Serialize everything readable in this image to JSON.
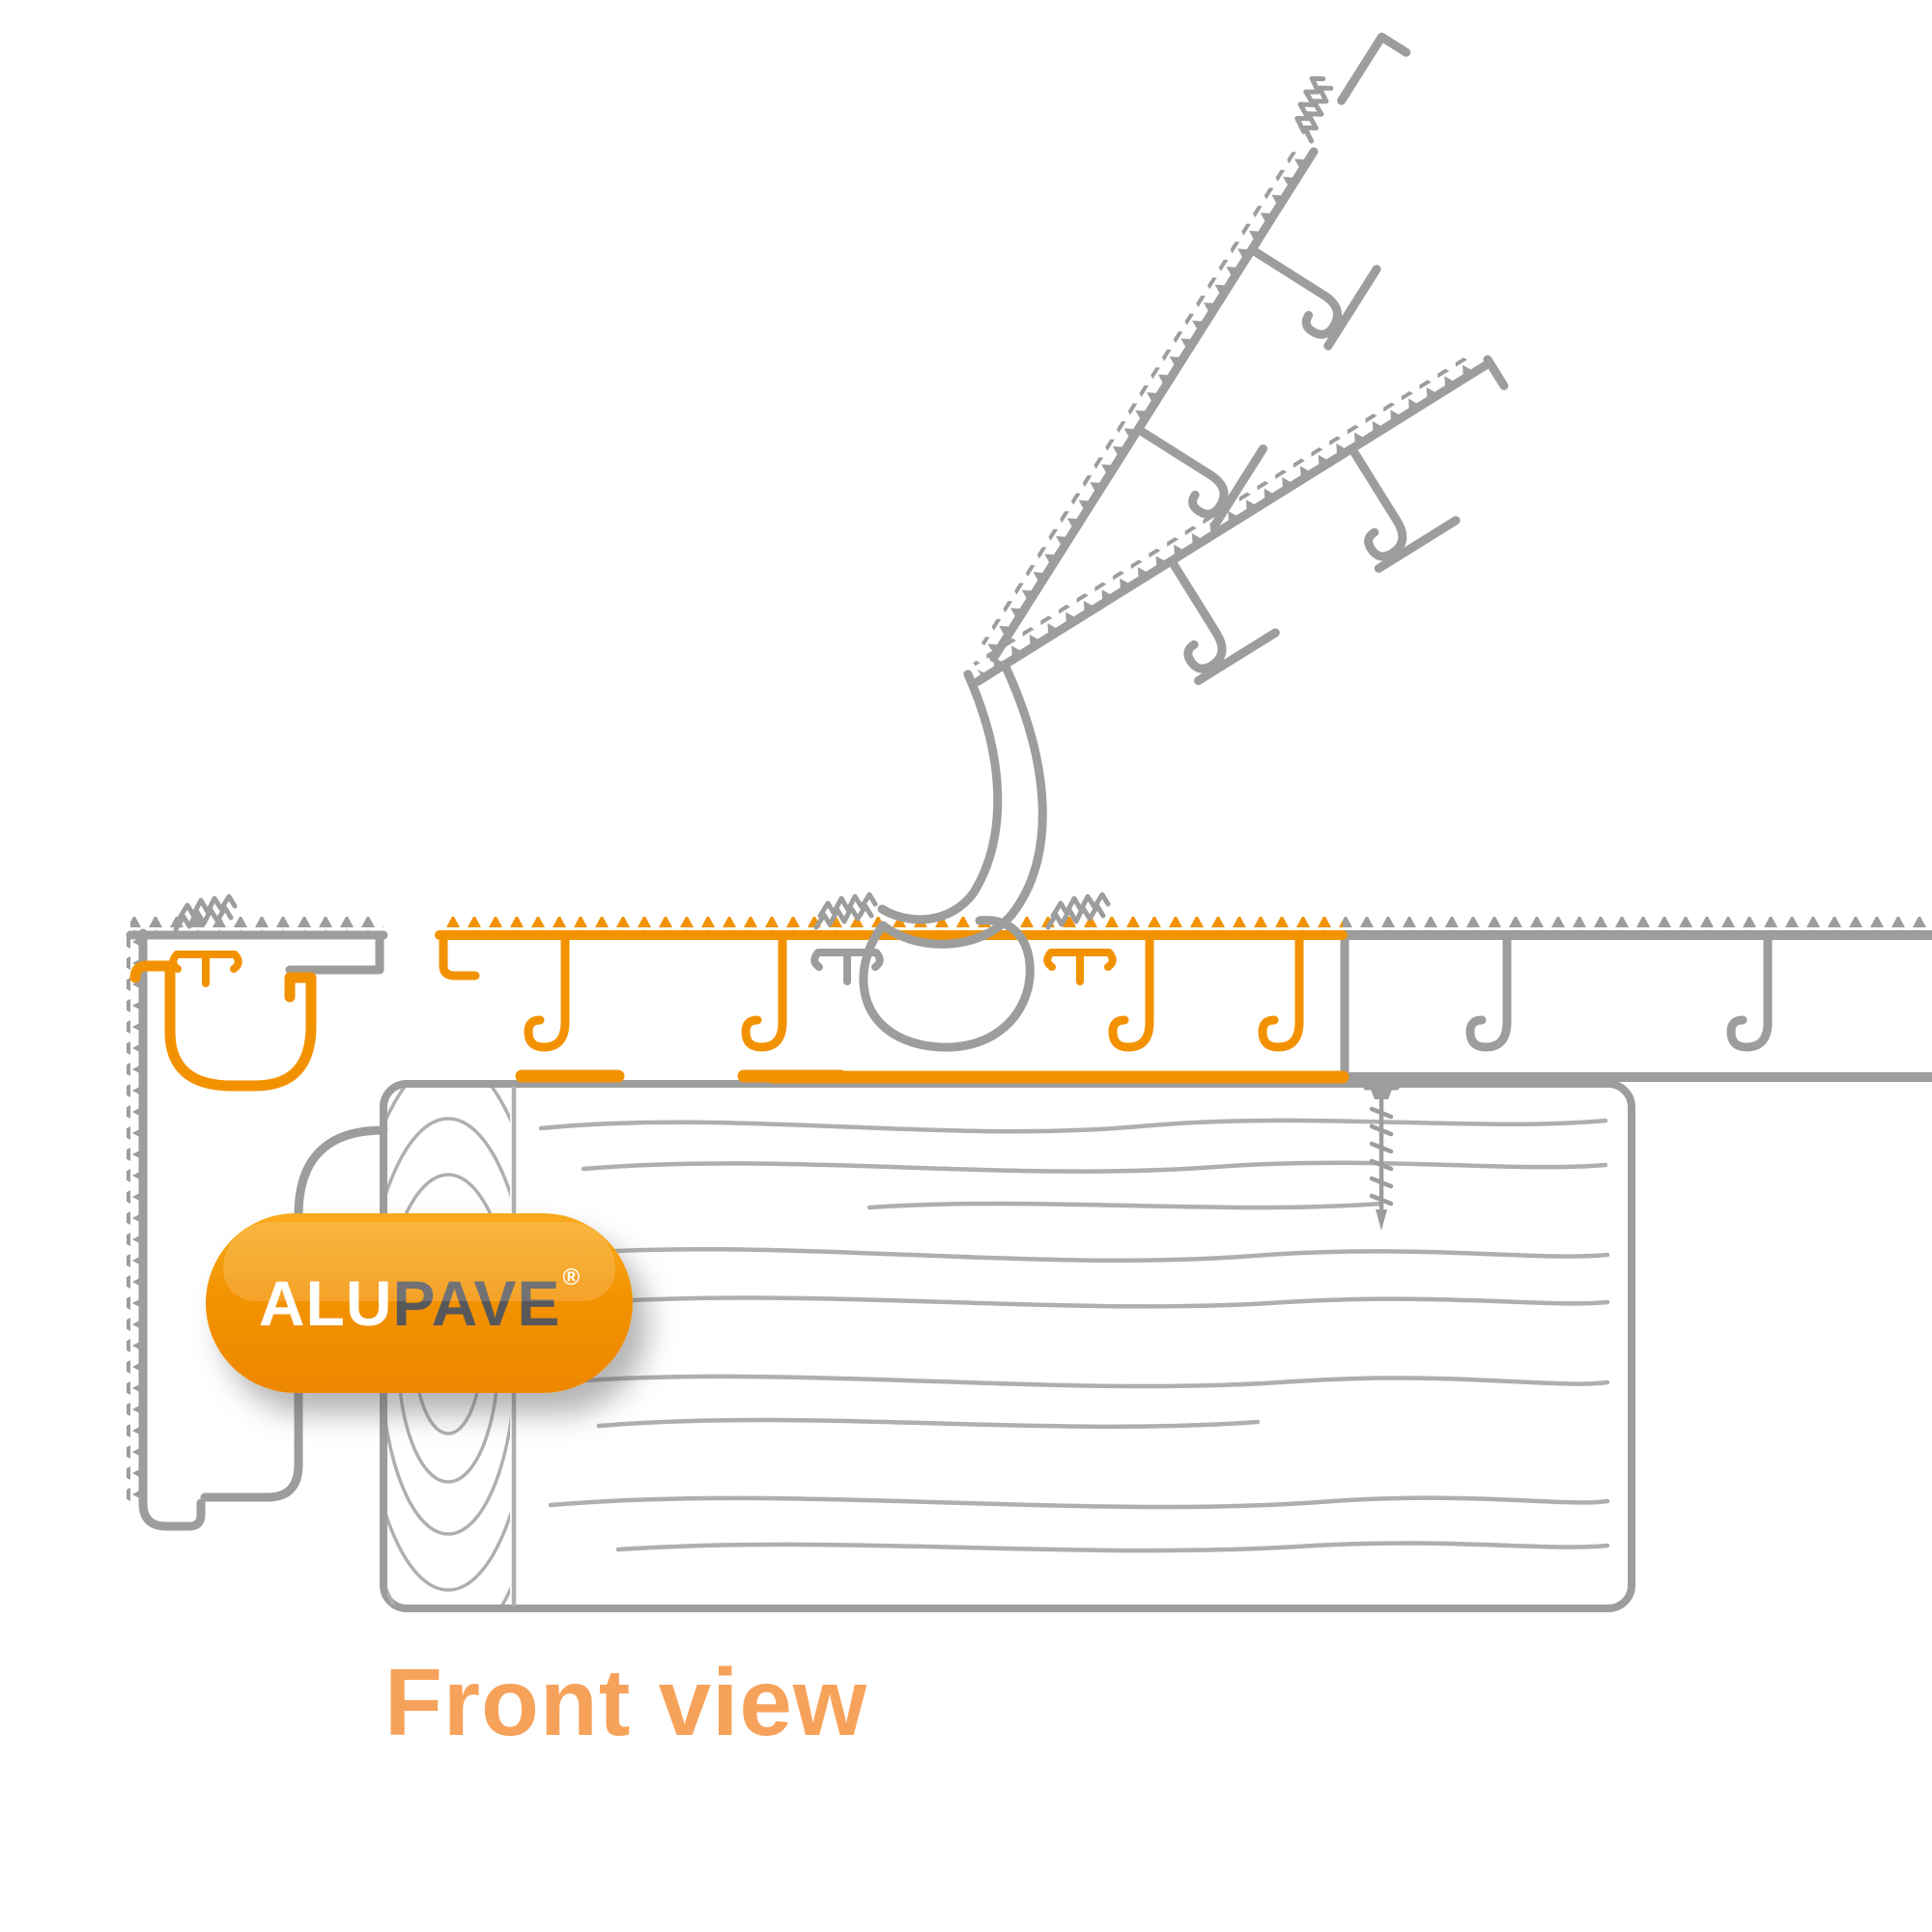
{
  "diagram": {
    "caption": "Front view",
    "logo": {
      "alu": "ALU",
      "pave": "PAVE",
      "registered": "®"
    },
    "colors": {
      "orange": "#F39200",
      "gray": "#9D9D9C",
      "grain": "#AFAFAE",
      "caption_orange": "#F7A25B",
      "logo_dark_text": "#58585A",
      "logo_light_text": "#FFFFFF",
      "logo_gradient_top": "#F8AB1E",
      "logo_gradient_bottom": "#EE8700"
    },
    "components": [
      "angled-deck-board-upper",
      "angled-deck-board-lower",
      "interlocking-hinge",
      "deck-board-highlighted",
      "deck-board-gray",
      "edge-trim",
      "gutter-trim",
      "timber-joist",
      "fixing-screw"
    ]
  }
}
